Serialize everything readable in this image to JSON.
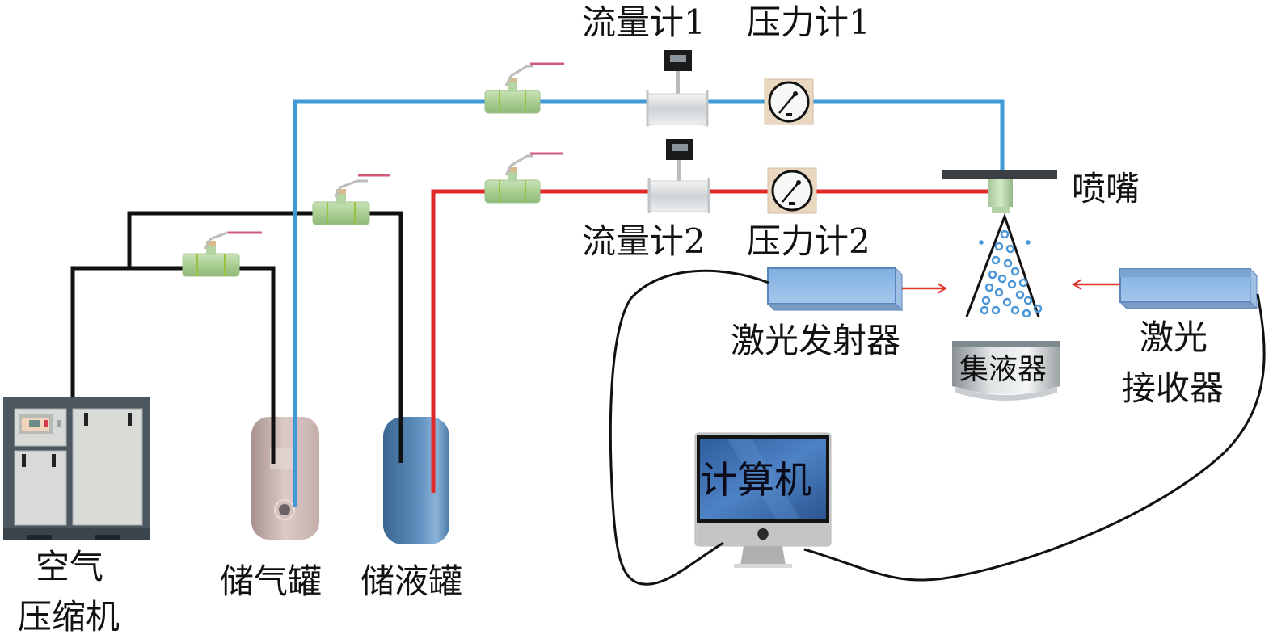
{
  "diagram": {
    "title": "",
    "pipe_colors": {
      "air": "#3f9ad6",
      "liquid": "#e02a2a",
      "compressor_line": "#111111",
      "signal_cable": "#111111"
    },
    "labels": {
      "flowmeter1": "流量计1",
      "pressure1": "压力计1",
      "flowmeter2": "流量计2",
      "pressure2": "压力计2",
      "nozzle": "喷嘴",
      "laser_emitter": "激光发射器",
      "laser_receiver_line1": "激光",
      "laser_receiver_line2": "接收器",
      "collector": "集液器",
      "computer": "计算机",
      "compressor_line1": "空气",
      "compressor_line2": "压缩机",
      "gas_tank": "储气罐",
      "liquid_tank": "储液罐"
    },
    "components": [
      {
        "id": "air-compressor",
        "label": "空气压缩机"
      },
      {
        "id": "gas-tank",
        "label": "储气罐"
      },
      {
        "id": "liquid-tank",
        "label": "储液罐"
      },
      {
        "id": "valve-1",
        "label": "",
        "line": "compressor-to-gas-tank"
      },
      {
        "id": "valve-2",
        "label": "",
        "line": "compressor-to-liquid-tank"
      },
      {
        "id": "valve-3",
        "label": "",
        "line": "air"
      },
      {
        "id": "valve-4",
        "label": "",
        "line": "liquid"
      },
      {
        "id": "flowmeter-1",
        "label": "流量计1",
        "line": "air"
      },
      {
        "id": "pressure-gauge-1",
        "label": "压力计1",
        "line": "air"
      },
      {
        "id": "flowmeter-2",
        "label": "流量计2",
        "line": "liquid"
      },
      {
        "id": "pressure-gauge-2",
        "label": "压力计2",
        "line": "liquid"
      },
      {
        "id": "nozzle",
        "label": "喷嘴"
      },
      {
        "id": "laser-emitter",
        "label": "激光发射器"
      },
      {
        "id": "laser-receiver",
        "label": "激光接收器"
      },
      {
        "id": "collector",
        "label": "集液器"
      },
      {
        "id": "computer",
        "label": "计算机"
      }
    ]
  }
}
